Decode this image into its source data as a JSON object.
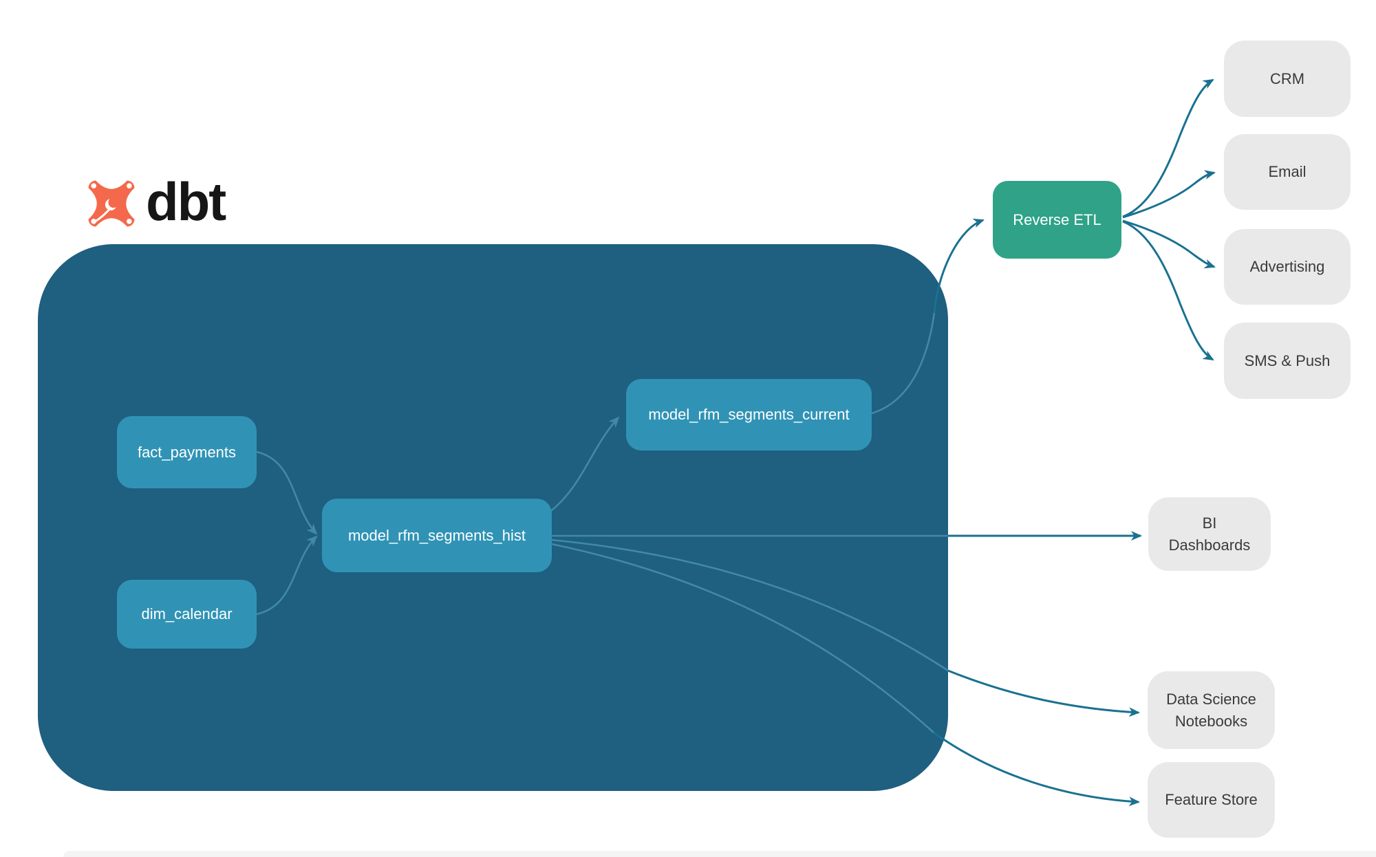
{
  "logo": {
    "brand": "dbt"
  },
  "colors": {
    "dbt_orange": "#F4694B",
    "warehouse_navy": "#1F5F80",
    "model_teal": "#3093B5",
    "reverse_etl_green": "#2FA287",
    "destination_gray": "#E9E9E9",
    "edge_dark": "#1A7190",
    "edge_light": "#4089A7"
  },
  "nodes": {
    "fact_payments": {
      "label": "fact_payments"
    },
    "dim_calendar": {
      "label": "dim_calendar"
    },
    "model_rfm_segments_hist": {
      "label": "model_rfm_segments_hist"
    },
    "model_rfm_segments_current": {
      "label": "model_rfm_segments_current"
    },
    "reverse_etl": {
      "label": "Reverse ETL"
    },
    "crm": {
      "label": "CRM"
    },
    "email": {
      "label": "Email"
    },
    "advertising": {
      "label": "Advertising"
    },
    "sms_push": {
      "label": "SMS & Push"
    },
    "bi_dashboards": {
      "label": "BI Dashboards"
    },
    "data_science_notebooks": {
      "label": "Data Science Notebooks"
    },
    "feature_store": {
      "label": "Feature Store"
    }
  },
  "edges": [
    {
      "from": "fact_payments",
      "to": "model_rfm_segments_hist"
    },
    {
      "from": "dim_calendar",
      "to": "model_rfm_segments_hist"
    },
    {
      "from": "model_rfm_segments_hist",
      "to": "model_rfm_segments_current"
    },
    {
      "from": "model_rfm_segments_current",
      "to": "reverse_etl"
    },
    {
      "from": "reverse_etl",
      "to": "crm"
    },
    {
      "from": "reverse_etl",
      "to": "email"
    },
    {
      "from": "reverse_etl",
      "to": "advertising"
    },
    {
      "from": "reverse_etl",
      "to": "sms_push"
    },
    {
      "from": "model_rfm_segments_hist",
      "to": "bi_dashboards"
    },
    {
      "from": "model_rfm_segments_hist",
      "to": "data_science_notebooks"
    },
    {
      "from": "model_rfm_segments_hist",
      "to": "feature_store"
    }
  ]
}
